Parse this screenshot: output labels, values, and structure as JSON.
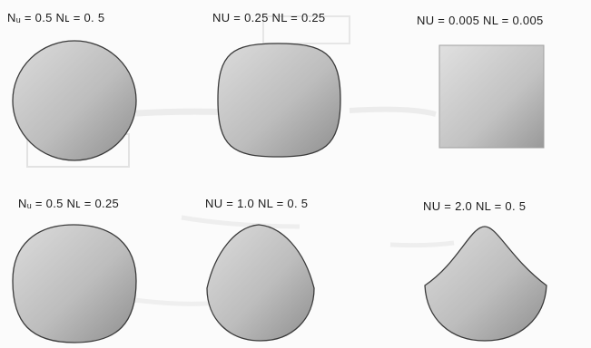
{
  "shapes": [
    {
      "label": "Nᵤ = 0.5   Nʟ = 0. 5",
      "nu": 0.5,
      "nl": 0.5,
      "shape": "circle"
    },
    {
      "label": "NU = 0.25   NL = 0.25",
      "nu": 0.25,
      "nl": 0.25,
      "shape": "squircle"
    },
    {
      "label": "NU = 0.005   NL = 0.005",
      "nu": 0.005,
      "nl": 0.005,
      "shape": "square"
    },
    {
      "label": "Nᵤ = 0.5   Nʟ = 0.25",
      "nu": 0.5,
      "nl": 0.25,
      "shape": "mixed"
    },
    {
      "label": "NU = 1.0   NL = 0. 5",
      "nu": 1.0,
      "nl": 0.5,
      "shape": "ogive"
    },
    {
      "label": "NU = 2.0   NL = 0. 5",
      "nu": 2.0,
      "nl": 0.5,
      "shape": "cusp"
    }
  ],
  "colors": {
    "fill_light": "#d9d9d9",
    "fill_dark": "#8c8c8c",
    "stroke": "#3a3a3a",
    "label_text": "#1a1a1a",
    "background": "#fbfbfb"
  }
}
